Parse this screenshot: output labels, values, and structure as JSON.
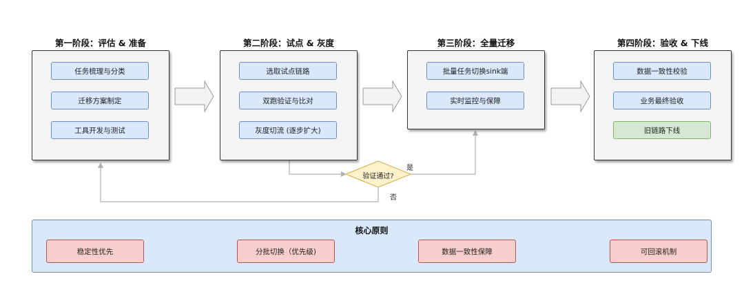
{
  "stages": [
    {
      "title": "第一阶段：评估 & 准备",
      "steps": [
        "任务梳理与分类",
        "迁移方案制定",
        "工具开发与测试"
      ]
    },
    {
      "title": "第二阶段：试点 & 灰度",
      "steps": [
        "选取试点链路",
        "双跑验证与比对",
        "灰度切流 (逐步扩大)"
      ]
    },
    {
      "title": "第三阶段：全量迁移",
      "steps": [
        "批量任务切换sink端",
        "实时监控与保障"
      ]
    },
    {
      "title": "第四阶段：验收 & 下线",
      "steps": [
        "数据一致性校验",
        "业务最终验收",
        "旧链路下线"
      ]
    }
  ],
  "decision": {
    "label": "验证通过?",
    "yes": "是",
    "no": "否"
  },
  "principles": {
    "title": "核心原则",
    "items": [
      "稳定性优先",
      "分批切换（优先级)",
      "数据一致性保障",
      "可回滚机制"
    ]
  },
  "colors": {
    "step_fill": "#dae8fc",
    "step_border": "#6c8ebf",
    "done_fill": "#d5e8d4",
    "done_border": "#82b366",
    "principle_fill": "#f8cecc",
    "principle_border": "#b85450",
    "decision_fill": "#fff2cc",
    "decision_border": "#d6b656"
  }
}
